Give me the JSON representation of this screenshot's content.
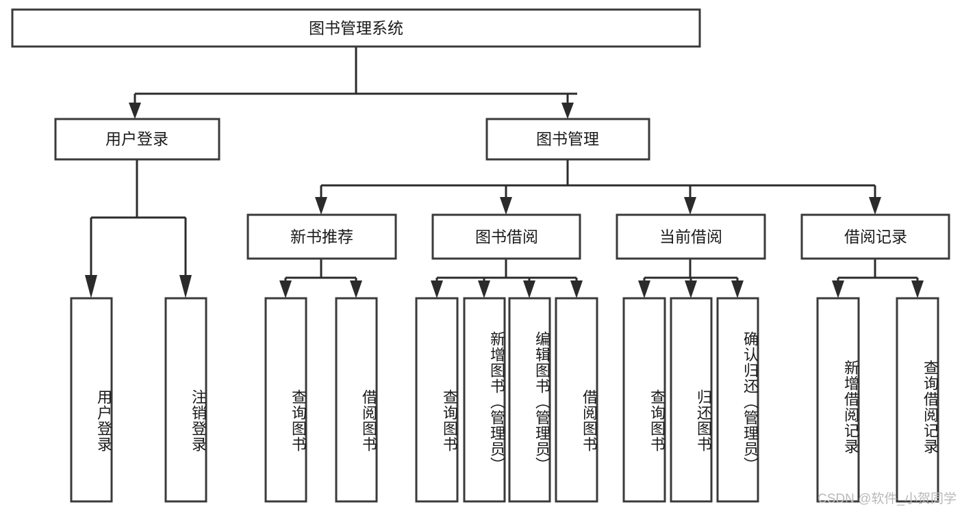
{
  "diagram": {
    "type": "tree-hierarchy",
    "title": "图书管理系统",
    "root": {
      "label": "图书管理系统"
    },
    "level2": [
      {
        "label": "用户登录"
      },
      {
        "label": "图书管理"
      }
    ],
    "level3": [
      {
        "label": "新书推荐"
      },
      {
        "label": "图书借阅"
      },
      {
        "label": "当前借阅"
      },
      {
        "label": "借阅记录"
      }
    ],
    "leaves": {
      "user_login": [
        {
          "label": "用户登录"
        },
        {
          "label": "注销登录"
        }
      ],
      "new_book_recommend": [
        {
          "label": "查询图书"
        },
        {
          "label": "借阅图书"
        }
      ],
      "book_borrow": [
        {
          "label": "查询图书"
        },
        {
          "label": "新增图书（管理员）"
        },
        {
          "label": "编辑图书（管理员）"
        },
        {
          "label": "借阅图书"
        }
      ],
      "current_borrow": [
        {
          "label": "查询图书"
        },
        {
          "label": "归还图书"
        },
        {
          "label": "确认归还（管理员）"
        }
      ],
      "borrow_records": [
        {
          "label": "新增借阅记录"
        },
        {
          "label": "查询借阅记录"
        }
      ]
    },
    "colors": {
      "box_stroke": "#3a3a3a",
      "connector": "#2b2b2b",
      "box_fill": "#ffffff",
      "text": "#1a1a1a",
      "watermark": "#b9b9b9"
    }
  },
  "watermark": {
    "text": "CSDN @软件_小贺同学"
  }
}
